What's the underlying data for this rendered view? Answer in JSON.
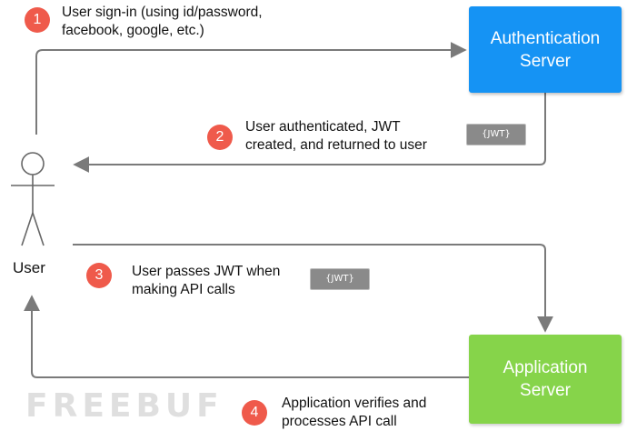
{
  "servers": {
    "auth": [
      "Authentication",
      "Server"
    ],
    "app": [
      "Application",
      "Server"
    ]
  },
  "user_label": "User",
  "steps": [
    {
      "number": "1",
      "lines": [
        "User sign-in (using id/password,",
        "facebook, google, etc.)"
      ]
    },
    {
      "number": "2",
      "lines": [
        "User authenticated, JWT",
        "created, and returned to user"
      ]
    },
    {
      "number": "3",
      "lines": [
        "User passes JWT when",
        "making API calls"
      ]
    },
    {
      "number": "4",
      "lines": [
        "Application verifies and",
        "processes API call"
      ]
    }
  ],
  "tokens": {
    "step2": "{JWT}",
    "step3": "{JWT}"
  },
  "watermark": "FREEBUF",
  "colors": {
    "auth_server": "#1593f4",
    "app_server": "#86d44a",
    "step_badge": "#ef5a4b",
    "token": "#8a8a8a",
    "arrow": "#7a7a7a"
  }
}
